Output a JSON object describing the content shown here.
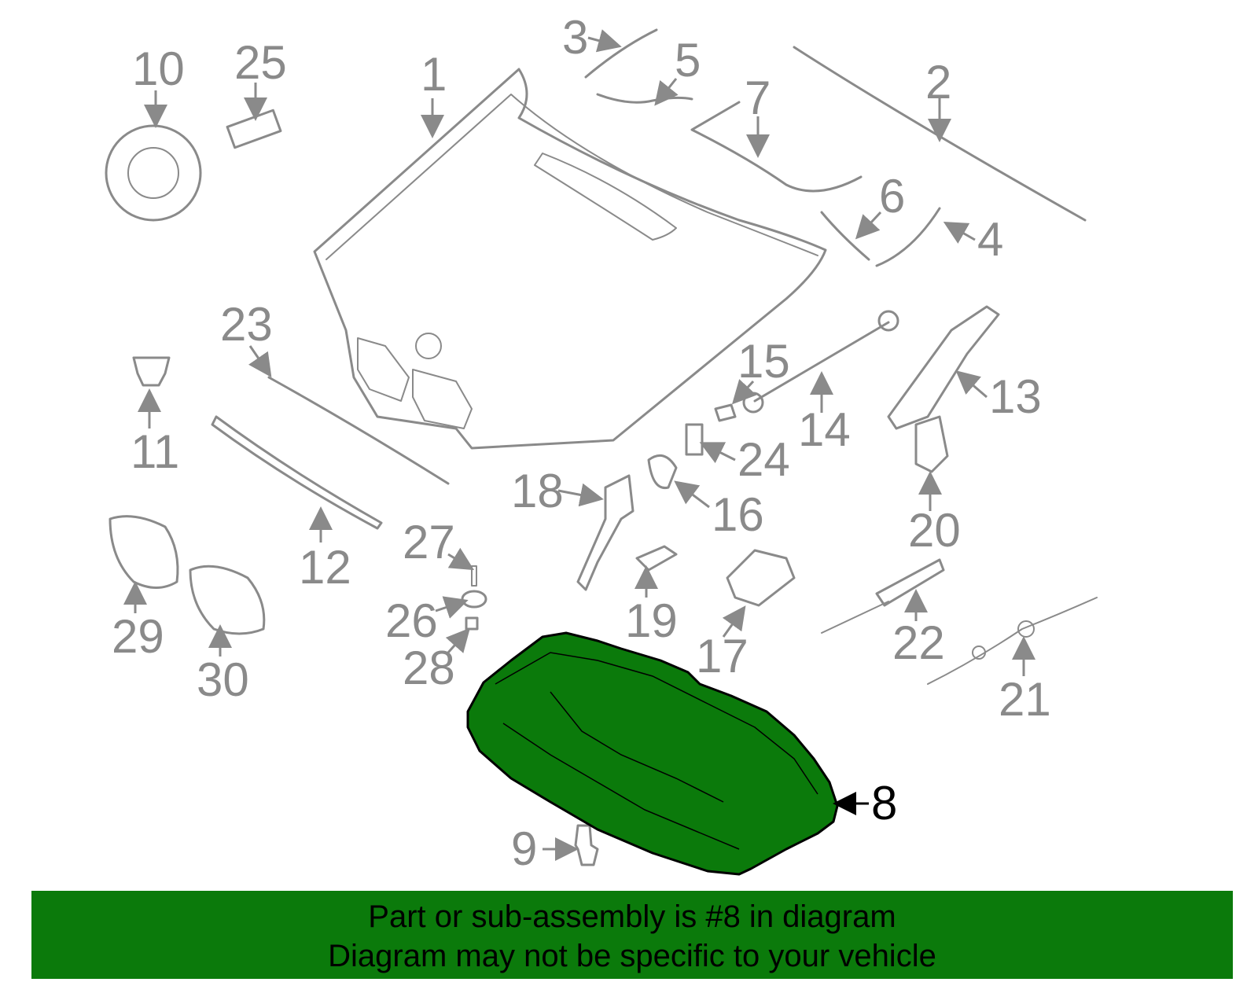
{
  "diagram": {
    "highlight_color": "#0b7a0b",
    "outline_color": "#8a8a8a",
    "callouts": [
      {
        "id": "1",
        "label": "1"
      },
      {
        "id": "2",
        "label": "2"
      },
      {
        "id": "3",
        "label": "3"
      },
      {
        "id": "4",
        "label": "4"
      },
      {
        "id": "5",
        "label": "5"
      },
      {
        "id": "6",
        "label": "6"
      },
      {
        "id": "7",
        "label": "7"
      },
      {
        "id": "8",
        "label": "8"
      },
      {
        "id": "9",
        "label": "9"
      },
      {
        "id": "10",
        "label": "10"
      },
      {
        "id": "11",
        "label": "11"
      },
      {
        "id": "12",
        "label": "12"
      },
      {
        "id": "13",
        "label": "13"
      },
      {
        "id": "14",
        "label": "14"
      },
      {
        "id": "15",
        "label": "15"
      },
      {
        "id": "16",
        "label": "16"
      },
      {
        "id": "17",
        "label": "17"
      },
      {
        "id": "18",
        "label": "18"
      },
      {
        "id": "19",
        "label": "19"
      },
      {
        "id": "20",
        "label": "20"
      },
      {
        "id": "21",
        "label": "21"
      },
      {
        "id": "22",
        "label": "22"
      },
      {
        "id": "23",
        "label": "23"
      },
      {
        "id": "24",
        "label": "24"
      },
      {
        "id": "25",
        "label": "25"
      },
      {
        "id": "26",
        "label": "26"
      },
      {
        "id": "27",
        "label": "27"
      },
      {
        "id": "28",
        "label": "28"
      },
      {
        "id": "29",
        "label": "29"
      },
      {
        "id": "30",
        "label": "30"
      }
    ],
    "highlighted_part": "8"
  },
  "footer": {
    "line1": "Part or sub-assembly is #8 in diagram",
    "line2": "Diagram may not be specific to your vehicle",
    "background": "#0b7a0b"
  }
}
